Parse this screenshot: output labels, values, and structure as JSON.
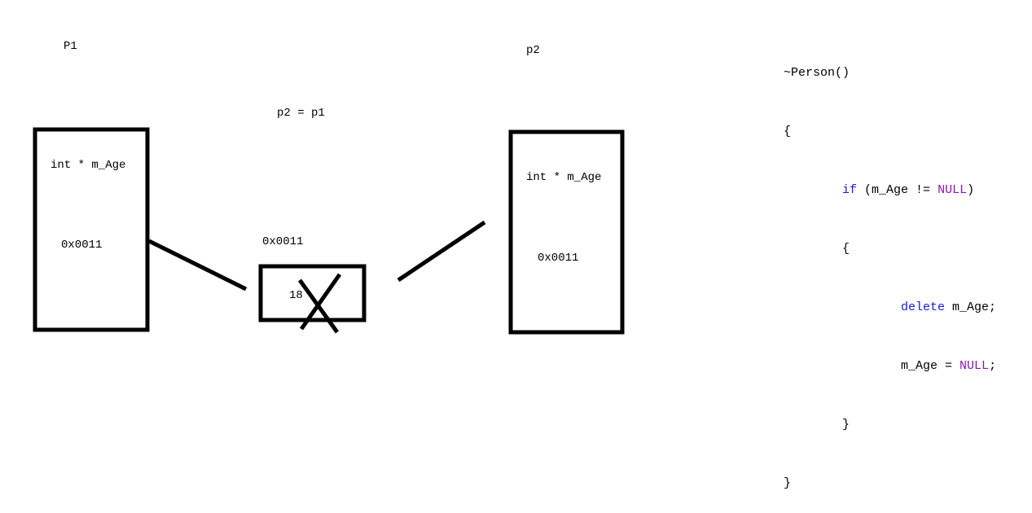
{
  "labels": {
    "p1": "P1",
    "p2": "p2",
    "assign": "p2 = p1",
    "p1_member": "int * m_Age",
    "p1_addr": "0x0011",
    "p2_member": "int * m_Age",
    "p2_addr": "0x0011",
    "heap_addr": "0x0011",
    "heap_value": "18"
  },
  "code": {
    "line1": "~Person()",
    "line2": "{",
    "line3_kw": "if",
    "line3_a": " (m_Age != ",
    "line3_null": "NULL",
    "line3_b": ")",
    "line4": "{",
    "line5_kw": "delete",
    "line5_rest": " m_Age;",
    "line6_a": "m_Age = ",
    "line6_null": "NULL",
    "line6_b": ";",
    "line7": "}",
    "line8": "}"
  },
  "colors": {
    "keyword": "#1a1ad6",
    "null": "#8a1aa8",
    "stroke": "#000000"
  }
}
